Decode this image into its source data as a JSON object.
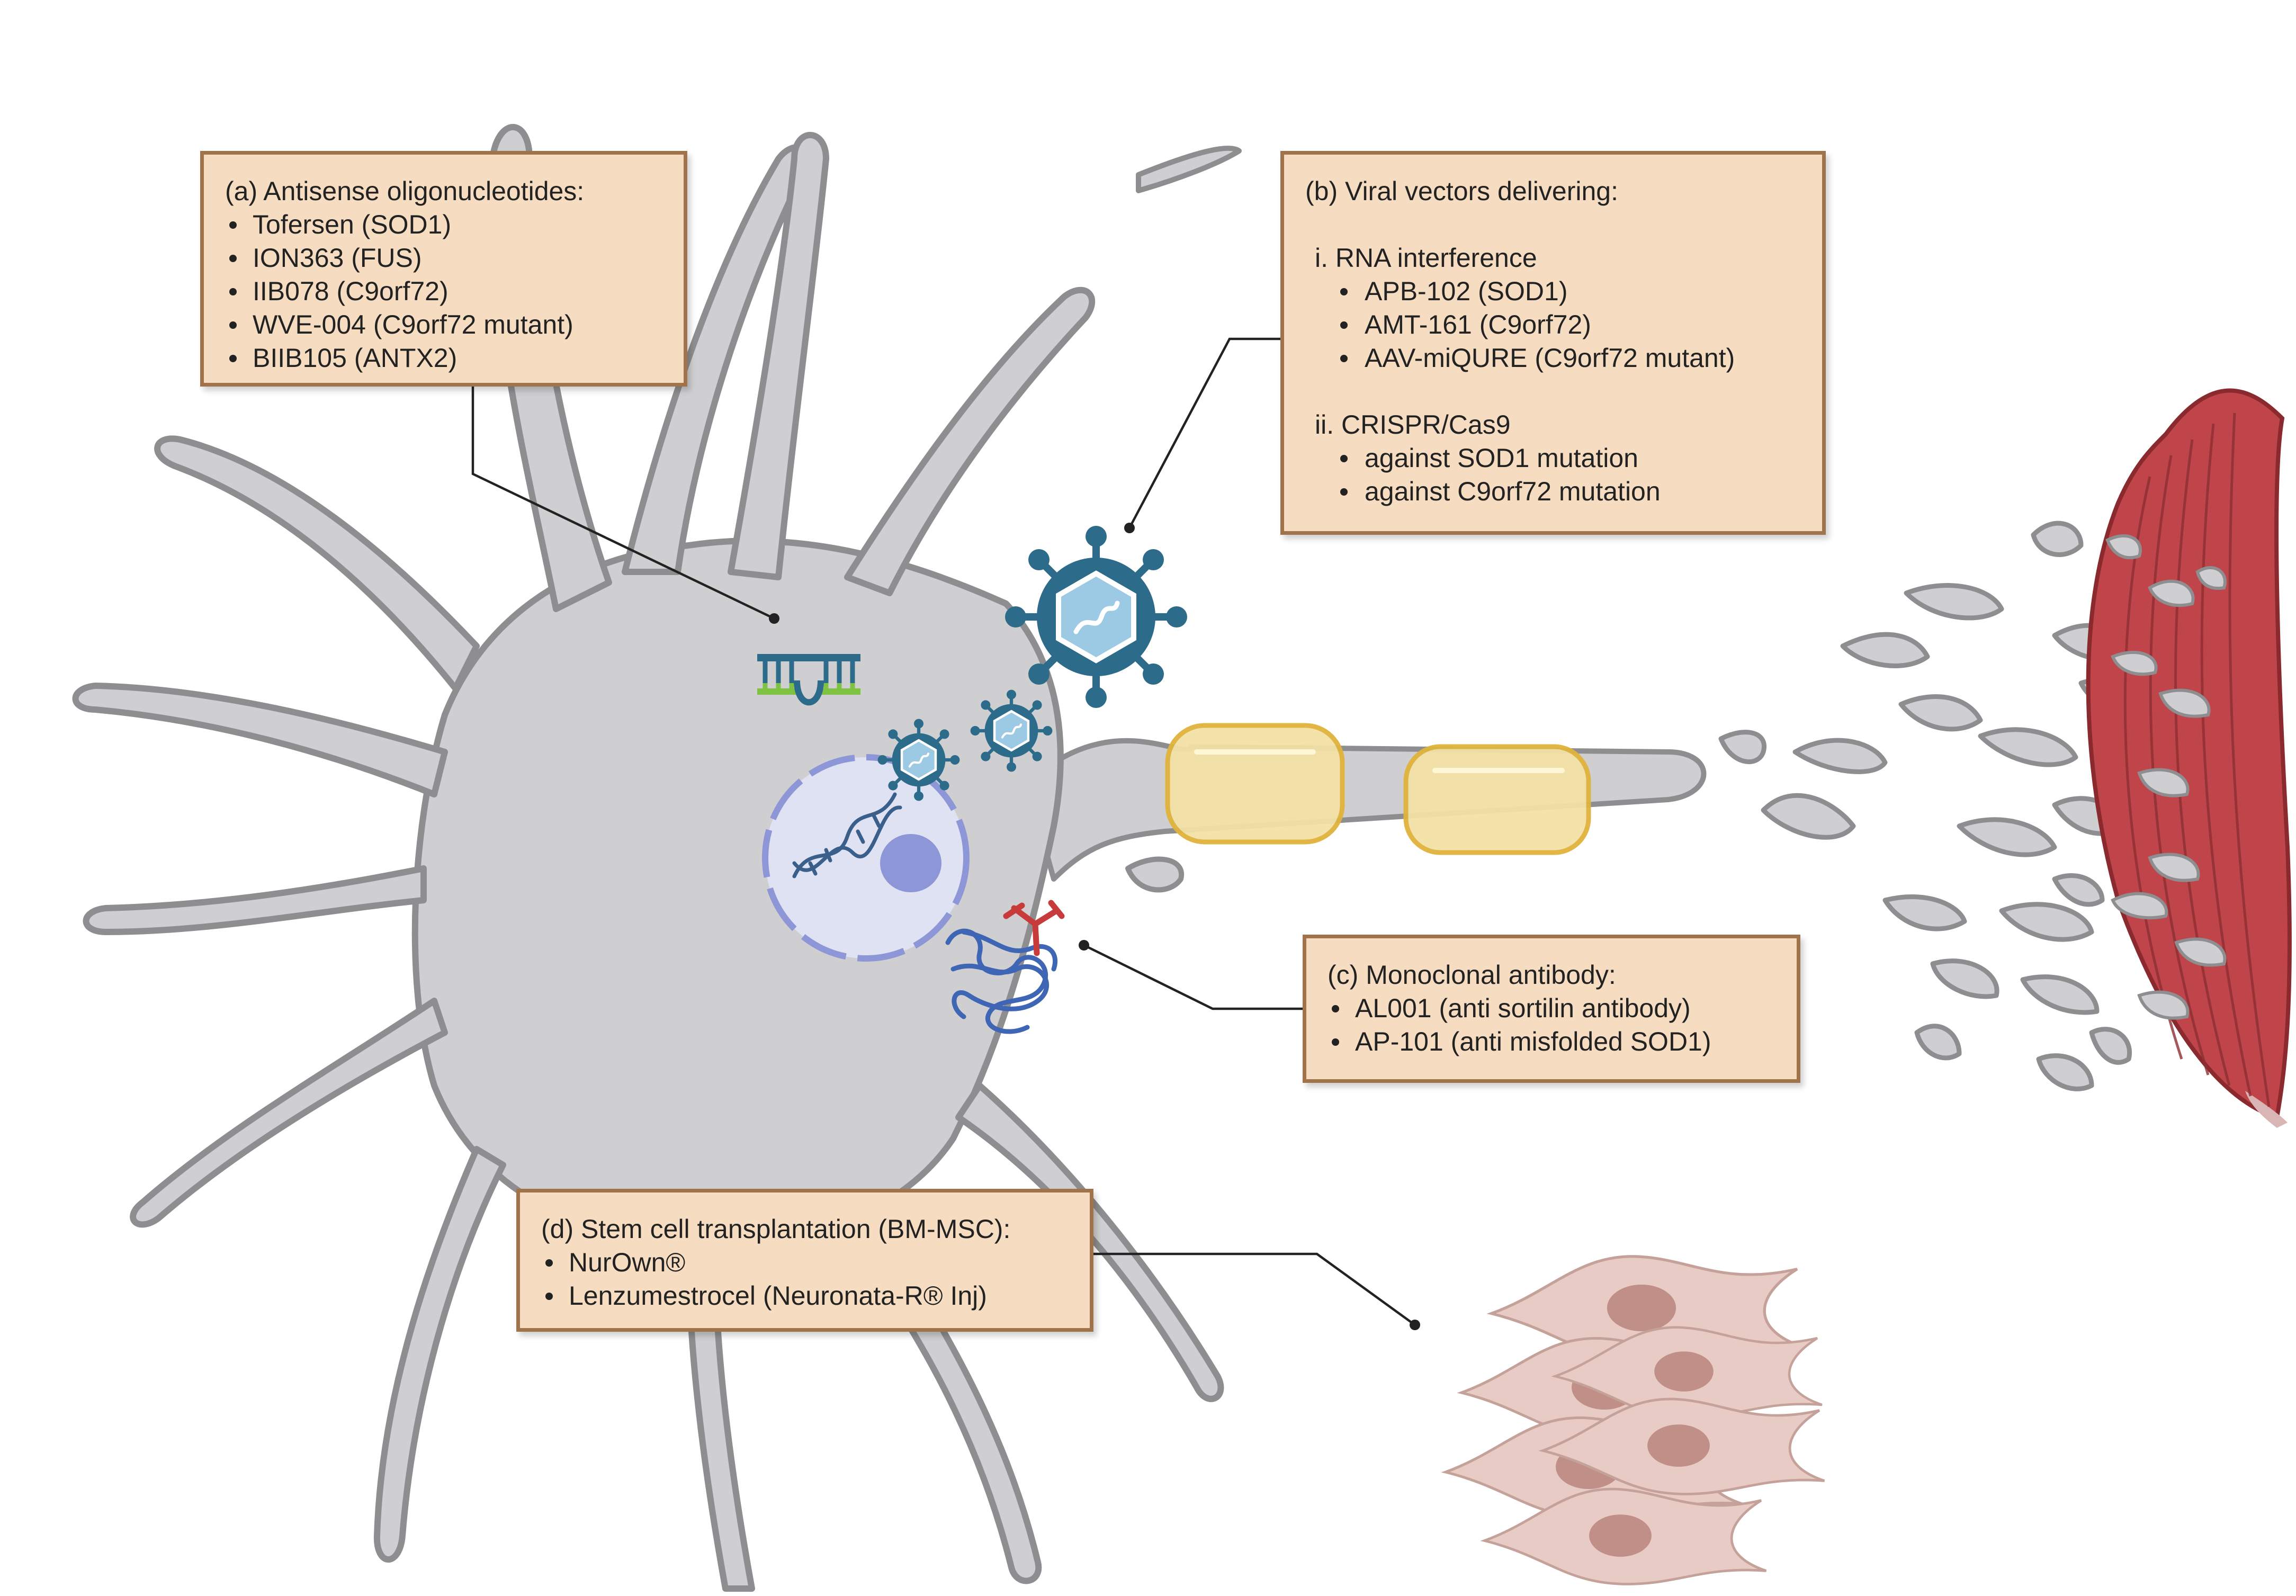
{
  "labels": {
    "a": {
      "title": "(a)  Antisense oligonucleotides:",
      "items": [
        "Tofersen (SOD1)",
        "ION363 (FUS)",
        "IIB078 (C9orf72)",
        "WVE-004 (C9orf72 mutant)",
        "BIIB105 (ANTX2)"
      ]
    },
    "b": {
      "title": "(b) Viral vectors delivering:",
      "sub1": "i.  RNA interference",
      "items1": [
        "APB-102 (SOD1)",
        "AMT-161 (C9orf72)",
        "AAV-miQURE (C9orf72 mutant)"
      ],
      "sub2": "ii.  CRISPR/Cas9",
      "items2": [
        "against SOD1 mutation",
        "against C9orf72 mutation"
      ]
    },
    "c": {
      "title": "(c) Monoclonal antibody:",
      "items": [
        "AL001 (anti sortilin antibody)",
        "AP-101 (anti misfolded SOD1)"
      ]
    },
    "d": {
      "title": "(d) Stem cell transplantation (BM-MSC):",
      "items": [
        "NurOwn®",
        "Lenzumestrocel (Neuronata-R® Inj)"
      ]
    }
  },
  "colors": {
    "neuron_fill": "#cfcfd1",
    "neuron_outline": "#8e8e90",
    "label_fill": "#f6dcc0",
    "label_border": "#a0734a",
    "myelin": "#f0d47a",
    "muscle": "#c0454a",
    "virus": "#2d6b8a",
    "nucleus": "#dfe2f3",
    "stem_cell": "#e9cbc5",
    "antibody": "#c73b3b",
    "protein": "#3f66b5",
    "oligo": "#7fc241"
  },
  "icons": [
    "neuron",
    "nucleus-icon",
    "dna-helix-icon",
    "virus-icon",
    "antisense-oligo-icon",
    "antibody-icon",
    "misfolded-protein-icon",
    "myelin-sheath",
    "muscle-icon",
    "stem-cells-icon"
  ]
}
